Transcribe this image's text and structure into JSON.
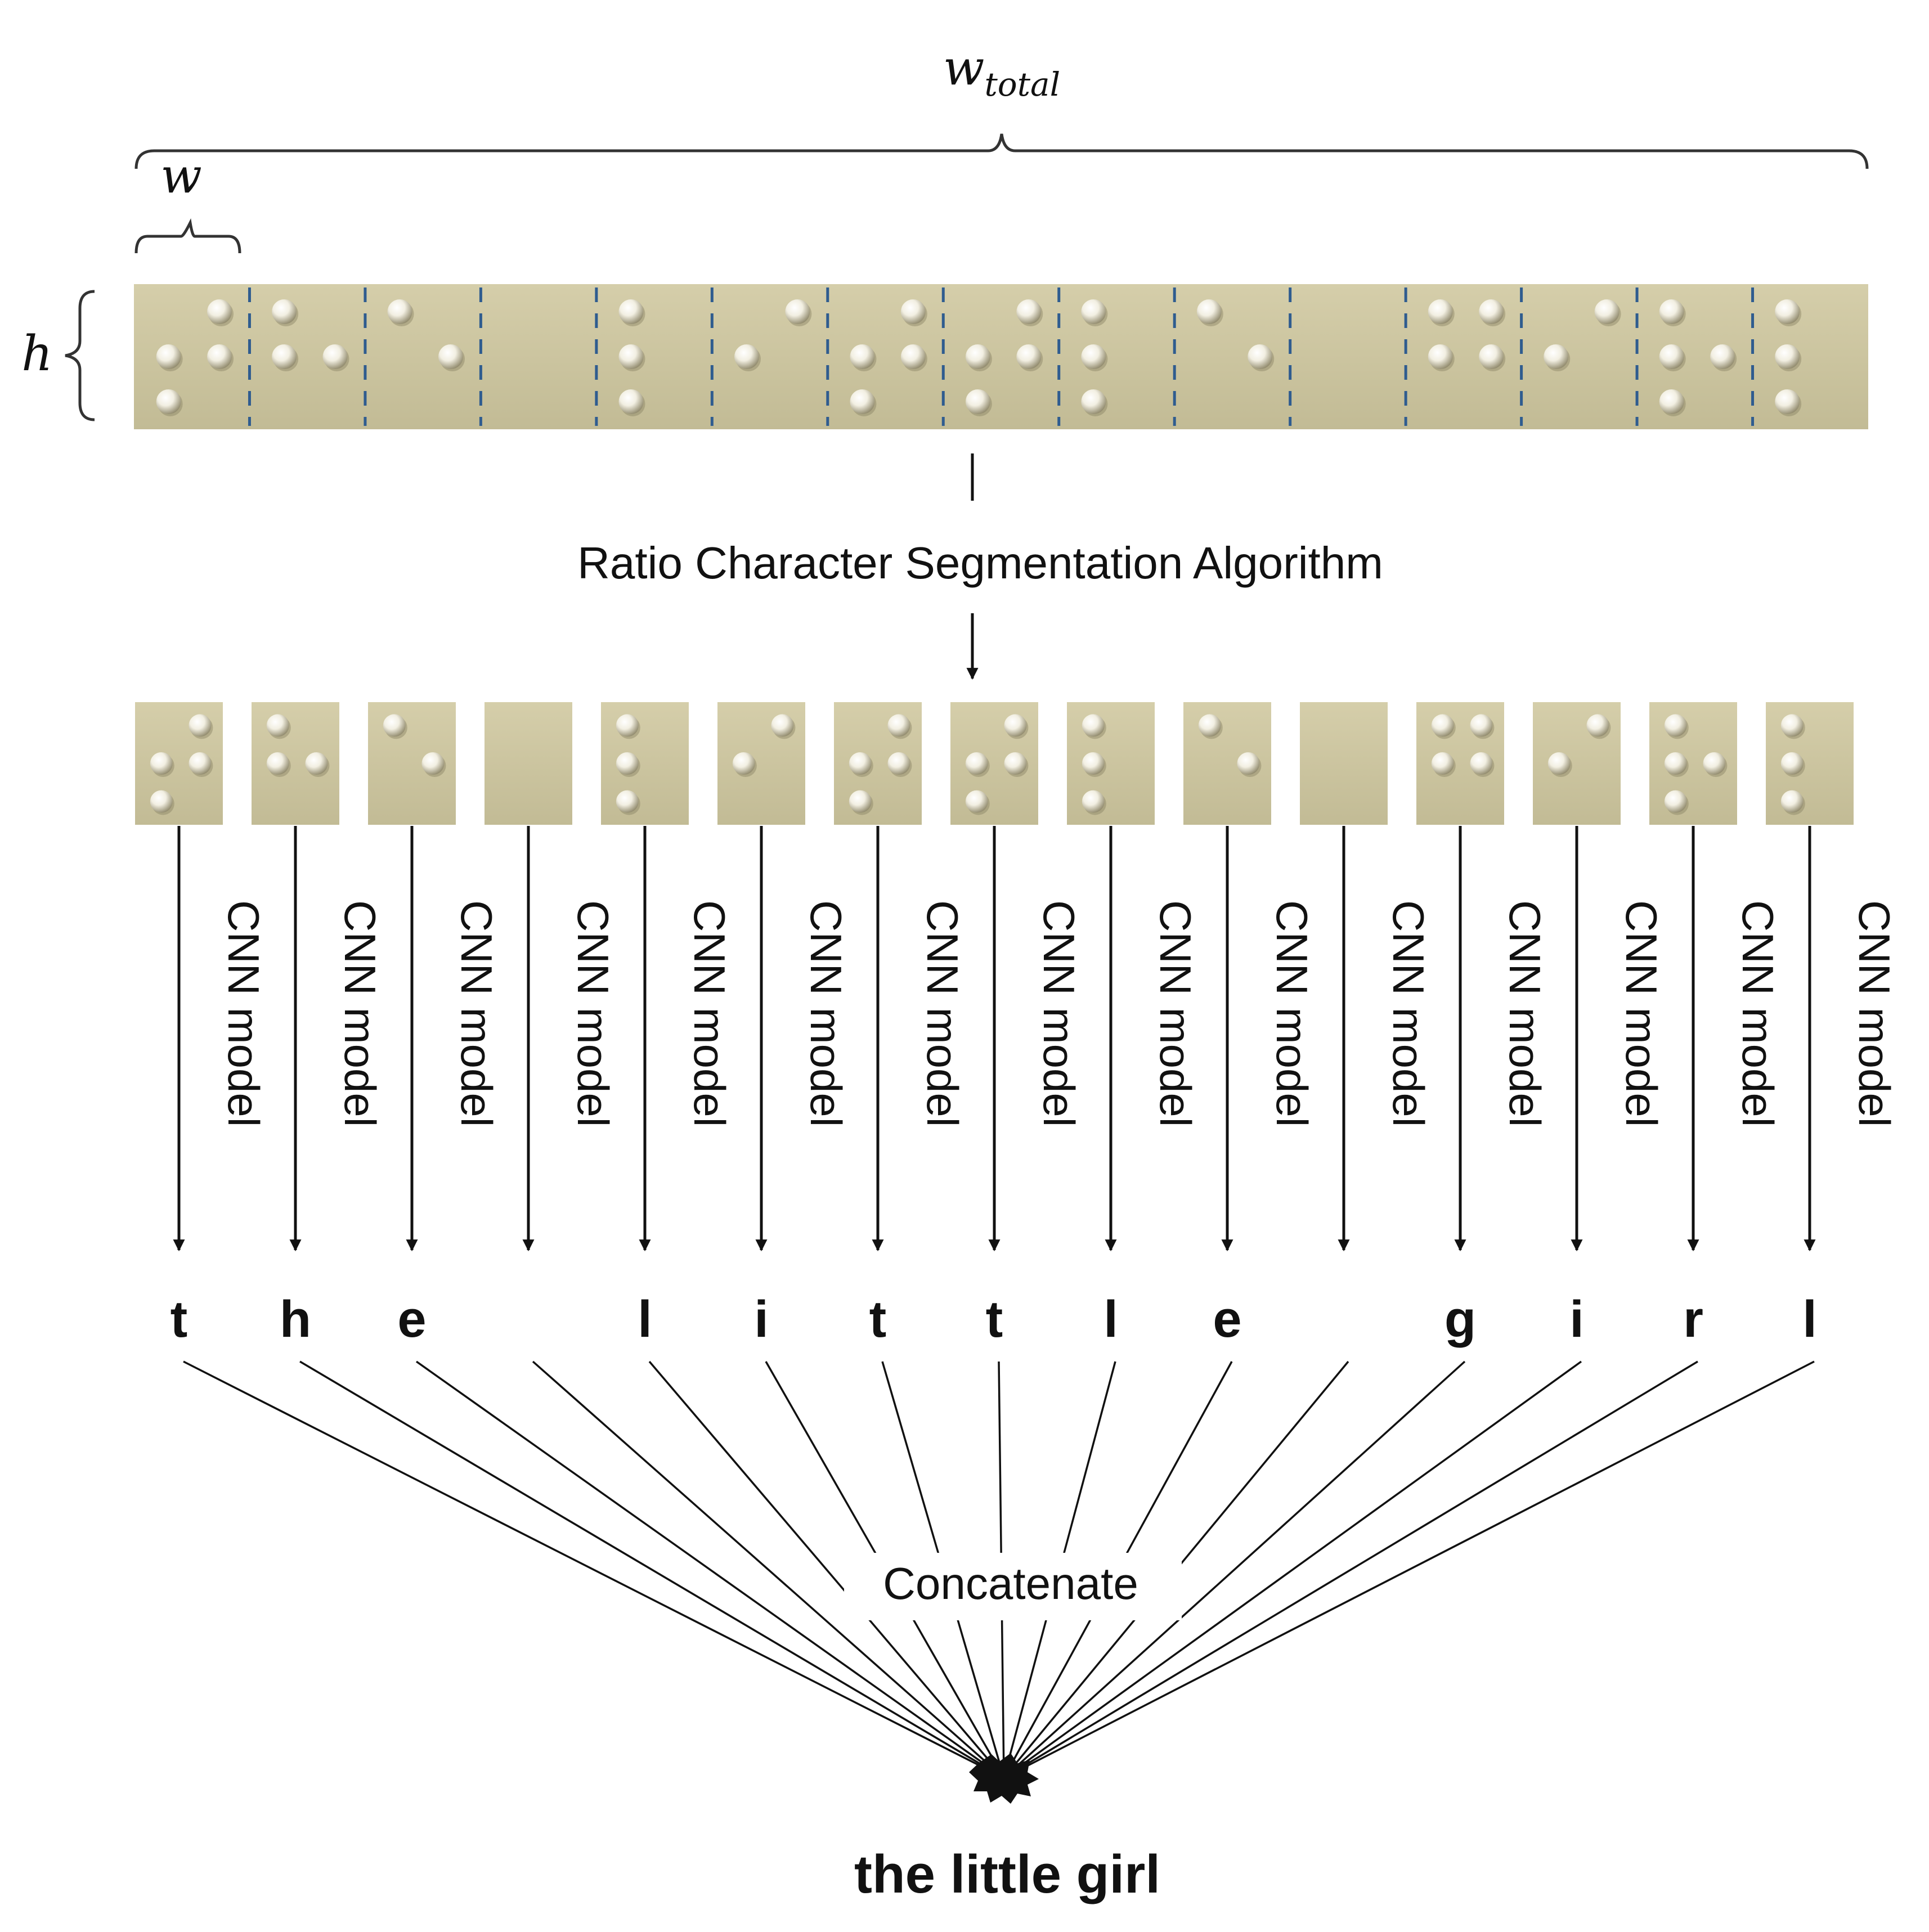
{
  "labels": {
    "w_total": {
      "base": "w",
      "sub": "total"
    },
    "w": "w",
    "h": "h",
    "algorithm": "Ratio Character Segmentation Algorithm",
    "model": "CNN model",
    "concatenate": "Concatenate",
    "result": "the little girl"
  },
  "characters": [
    "t",
    "h",
    "e",
    " ",
    "l",
    "i",
    "t",
    "t",
    "l",
    "e",
    " ",
    "g",
    "i",
    "r",
    "l"
  ],
  "braille_cells": [
    [
      2,
      3,
      4,
      5
    ],
    [
      1,
      2,
      5
    ],
    [
      1,
      5
    ],
    [],
    [
      1,
      2,
      3
    ],
    [
      2,
      4
    ],
    [
      2,
      3,
      4,
      5
    ],
    [
      2,
      3,
      4,
      5
    ],
    [
      1,
      2,
      3
    ],
    [
      1,
      5
    ],
    [],
    [
      1,
      2,
      4,
      5
    ],
    [
      2,
      4
    ],
    [
      1,
      2,
      3,
      5
    ],
    [
      1,
      2,
      3
    ]
  ],
  "colors": {
    "strip_top": "#d5ceaa",
    "strip_bottom": "#c2bb95",
    "separator": "#2f5c8f",
    "dot_highlight": "#ffffff",
    "dot_shadow": "#8a8364",
    "ink": "#111111"
  }
}
